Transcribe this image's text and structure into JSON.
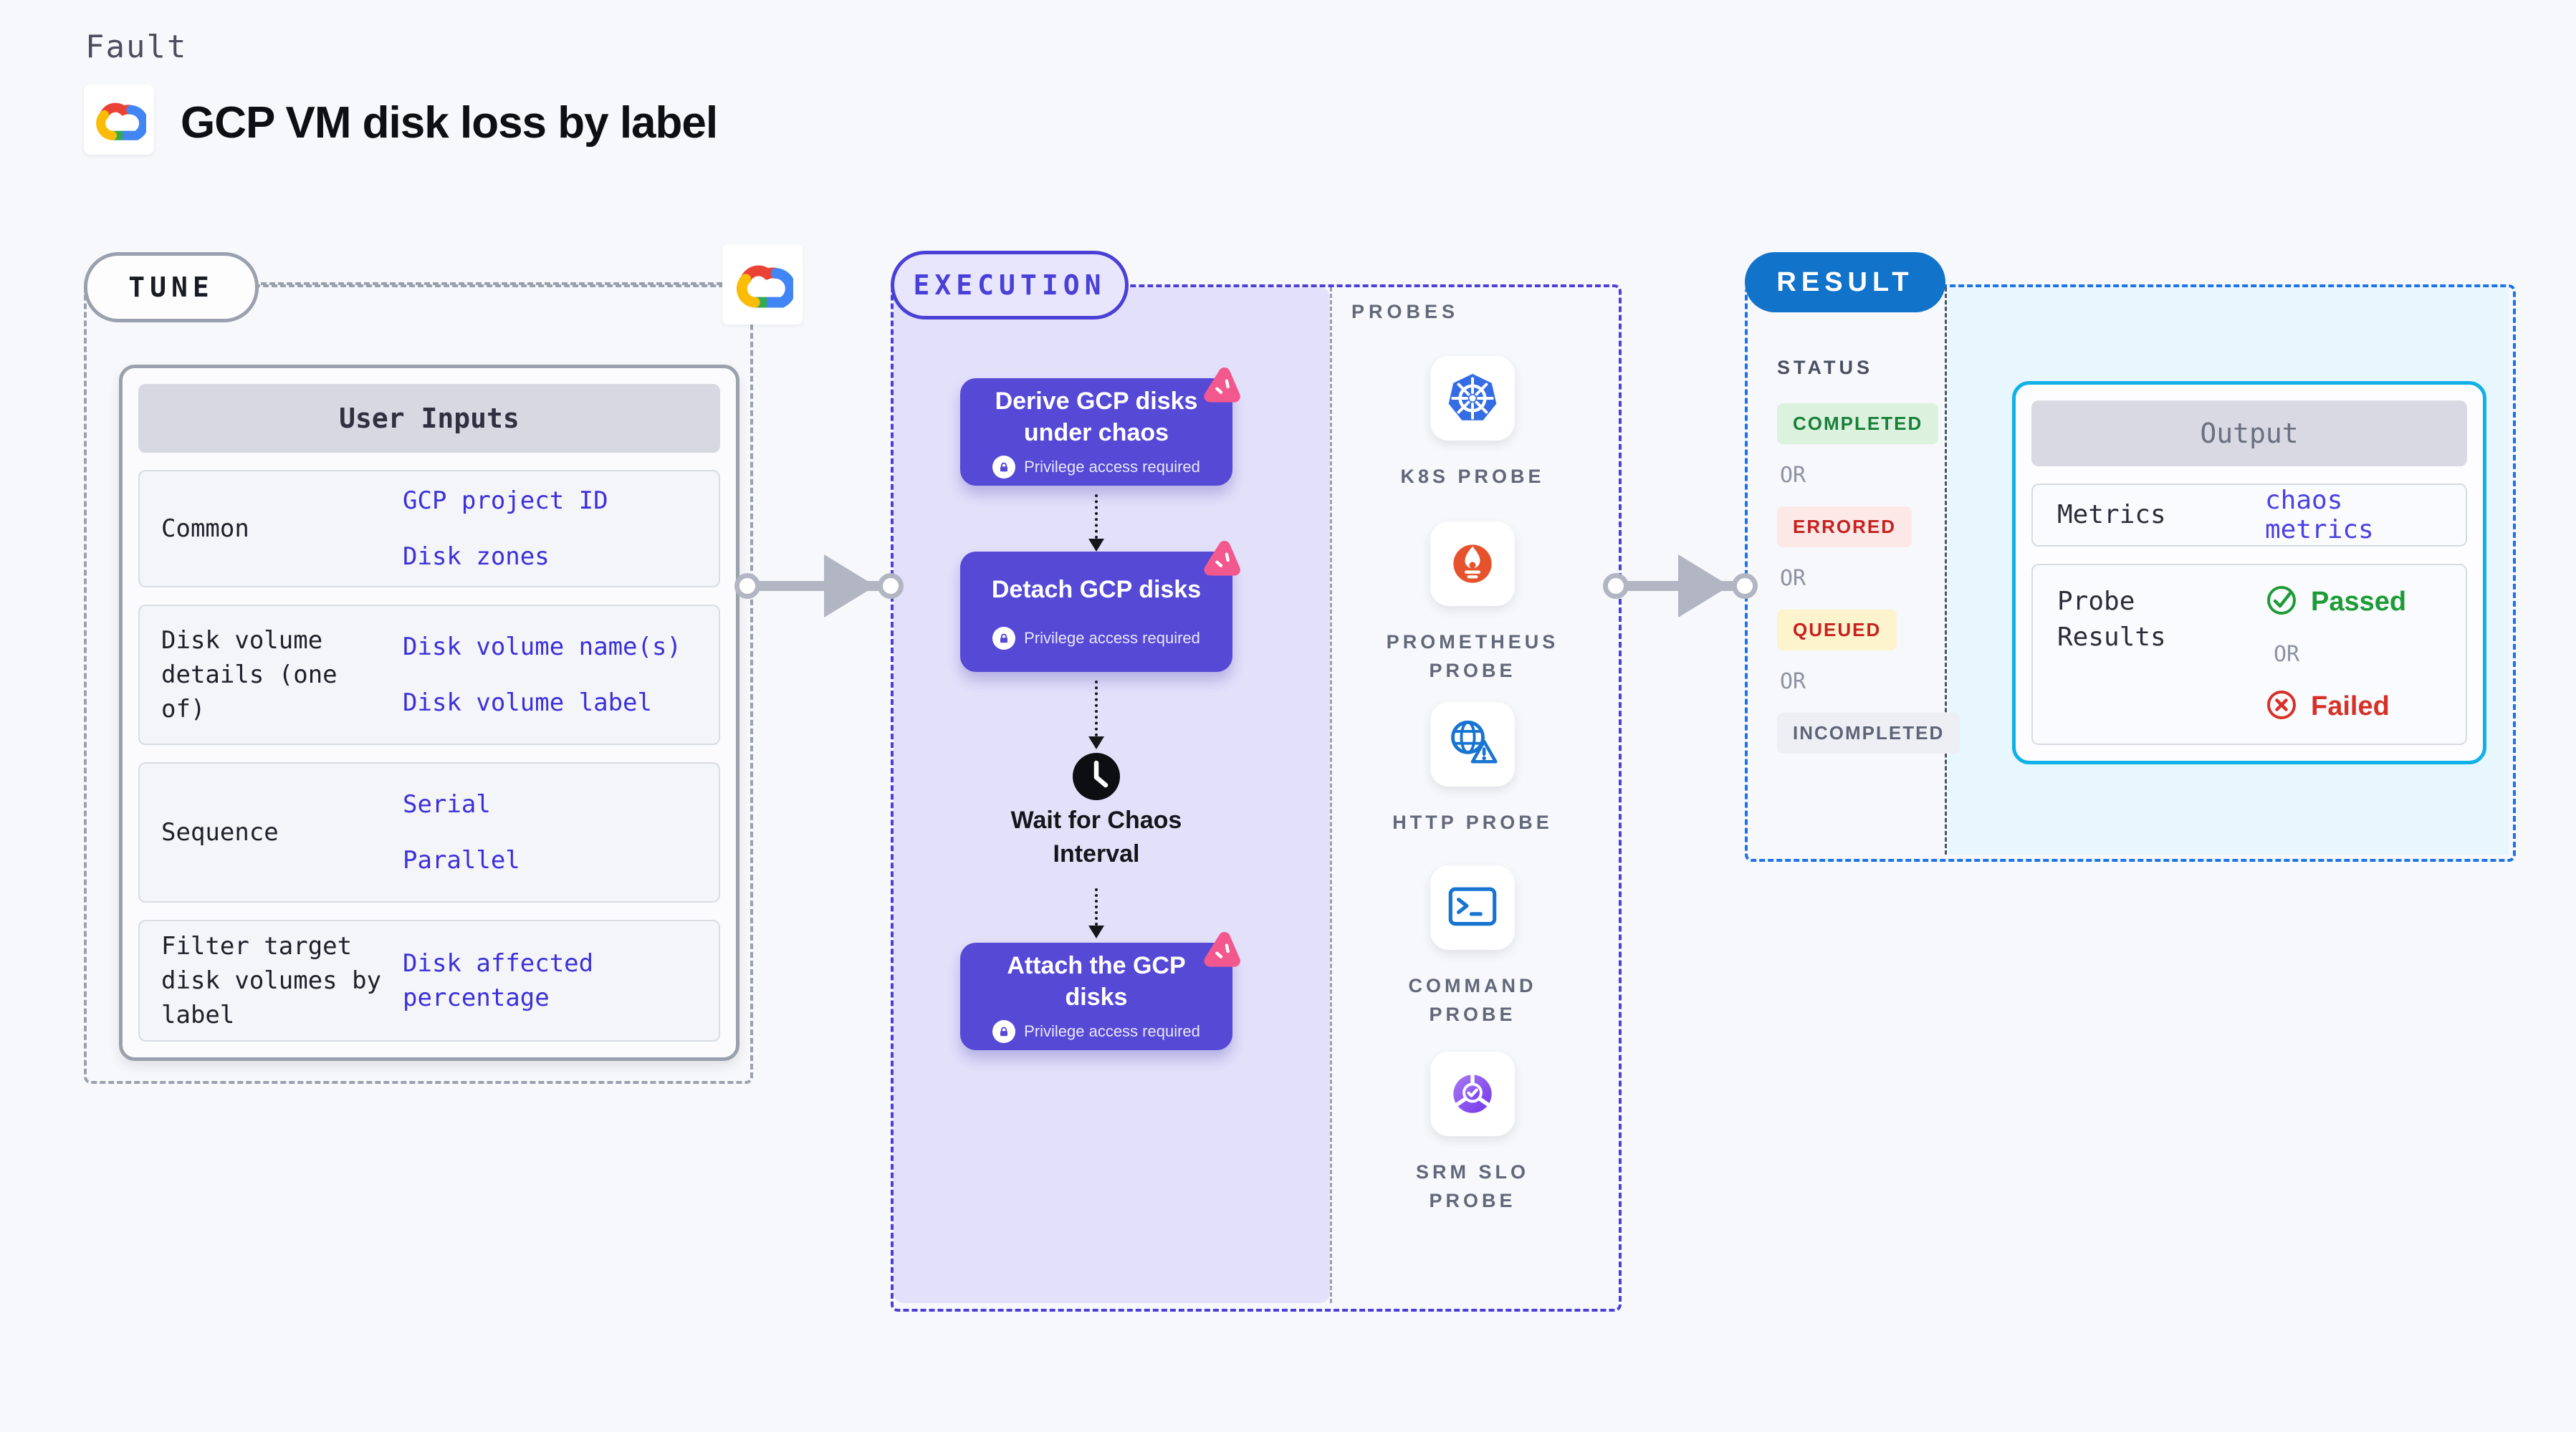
{
  "header": {
    "eyebrow": "Fault",
    "title": "GCP VM disk loss by label",
    "logo": "gcp-cloud-logo"
  },
  "tune": {
    "badge": "TUNE",
    "table_title": "User Inputs",
    "rows": [
      {
        "label": "Common",
        "values": [
          "GCP project ID",
          "Disk zones"
        ]
      },
      {
        "label": "Disk volume details (one of)",
        "values": [
          "Disk volume name(s)",
          "Disk volume label"
        ]
      },
      {
        "label": "Sequence",
        "values": [
          "Serial",
          "Parallel"
        ]
      },
      {
        "label": "Filter target disk volumes by label",
        "values": [
          "Disk affected percentage"
        ]
      }
    ]
  },
  "execution": {
    "badge": "EXECUTION",
    "nodes": [
      {
        "title": "Derive GCP disks under chaos",
        "note": "Privilege access required"
      },
      {
        "title": "Detach GCP disks",
        "note": "Privilege access required"
      },
      {
        "title": "Attach the GCP disks",
        "note": "Privilege access required"
      }
    ],
    "wait_label": "Wait for Chaos Interval"
  },
  "probes": {
    "title": "PROBES",
    "items": [
      {
        "icon": "kubernetes-icon",
        "label": "K8S PROBE"
      },
      {
        "icon": "prometheus-icon",
        "label": "PROMETHEUS PROBE"
      },
      {
        "icon": "http-icon",
        "label": "HTTP PROBE"
      },
      {
        "icon": "command-icon",
        "label": "COMMAND PROBE"
      },
      {
        "icon": "srm-slo-icon",
        "label": "SRM SLO PROBE"
      }
    ]
  },
  "result": {
    "badge": "RESULT",
    "status_title": "STATUS",
    "or_label": "OR",
    "statuses": [
      {
        "label": "COMPLETED",
        "kind": "completed"
      },
      {
        "label": "ERRORED",
        "kind": "errored"
      },
      {
        "label": "QUEUED",
        "kind": "queued"
      },
      {
        "label": "INCOMPLETED",
        "kind": "incompleted"
      }
    ],
    "output": {
      "title": "Output",
      "metrics_label": "Metrics",
      "metrics_value": "chaos metrics",
      "probe_results_label": "Probe Results",
      "passed_label": "Passed",
      "or_label": "OR",
      "failed_label": "Failed"
    }
  },
  "colors": {
    "page_bg": "#f7f8fb",
    "indigo": "#4a3fd6",
    "node_purple": "#5549d6",
    "exec_fill": "#e3e1fa",
    "result_blue": "#1273cb",
    "result_dash": "#1a73e8",
    "output_cyan": "#10b1e6",
    "output_panel": "#e8f6fd",
    "link_blue": "#3c30da",
    "completed_green": "#188038",
    "errored_red": "#c5221f",
    "queued_bg": "#fdf3cd",
    "passed_green": "#1d9b36",
    "failed_red": "#d63127",
    "litmus_pink": "#f2588e",
    "kubernetes_blue": "#336ce4",
    "prometheus_orange": "#e6522c",
    "probe_icon_blue": "#1774d1",
    "srm_purple": "#7a3ff0",
    "connector_gray": "#b2b6c3",
    "dash_gray": "#9aa0ad"
  }
}
